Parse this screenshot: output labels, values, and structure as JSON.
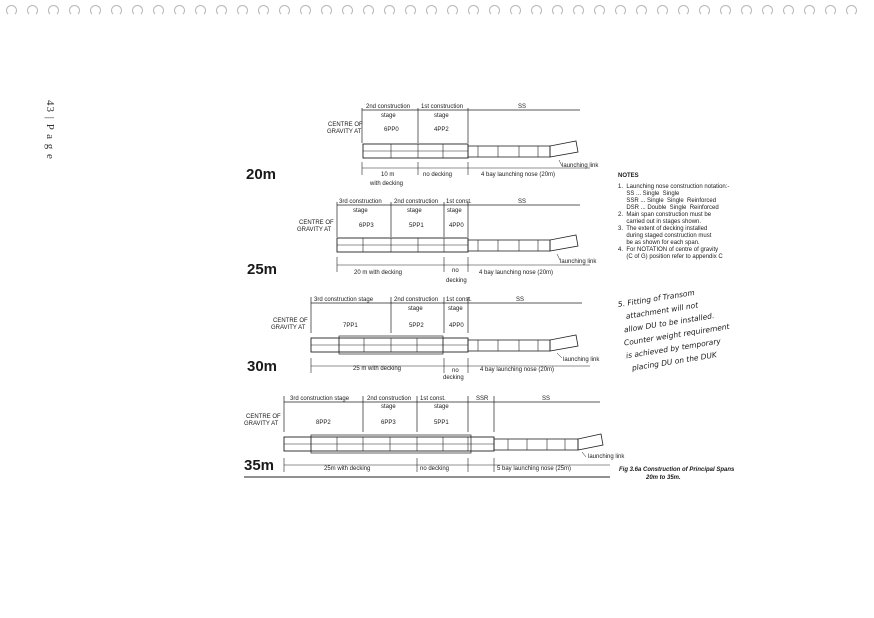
{
  "page_label": "43 | P a g e",
  "spans": [
    {
      "span": "20m",
      "stages": [
        "2nd construction",
        "1st construction",
        "SS"
      ],
      "stage_subs": [
        "stage",
        "stage"
      ],
      "codes": [
        "6PP0",
        "4PP2"
      ],
      "cg": [
        "CENTRE OF",
        "GRAVITY AT"
      ],
      "bottom": [
        "10 m",
        "no decking",
        "4 bay launching nose (20m)"
      ],
      "bottom_sub": [
        "with decking"
      ],
      "link": "launching link"
    },
    {
      "span": "25m",
      "stages": [
        "3rd construction",
        "2nd construction",
        "1st const.",
        "SS"
      ],
      "stage_subs": [
        "stage",
        "stage",
        "stage"
      ],
      "codes": [
        "6PP3",
        "5PP1",
        "4PP0"
      ],
      "cg": [
        "CENTRE OF",
        "GRAVITY AT"
      ],
      "bottom": [
        "20 m  with decking",
        "no",
        "4 bay  launching  nose  (20m)"
      ],
      "bottom_sub": [
        "decking"
      ],
      "link": "launching link"
    },
    {
      "span": "30m",
      "stages": [
        "3rd construction stage",
        "2nd construction",
        "1st const.",
        "SS"
      ],
      "stage_subs": [
        "stage",
        "stage"
      ],
      "codes": [
        "7PP1",
        "5PP2",
        "4PP0"
      ],
      "cg": [
        "CENTRE OF",
        "GRAVITY AT"
      ],
      "bottom": [
        "25 m  with  decking",
        "no",
        "4 bay  launching  nose  (20m)"
      ],
      "bottom_sub": [
        "decking"
      ],
      "link": "launching link"
    },
    {
      "span": "35m",
      "stages": [
        "3rd construction stage",
        "2nd construction",
        "1st const.",
        "SSR",
        "SS"
      ],
      "stage_subs": [
        "stage",
        "stage"
      ],
      "codes": [
        "8PP2",
        "6PP3",
        "5PP1"
      ],
      "cg": [
        "CENTRE OF",
        "GRAVITY AT"
      ],
      "bottom": [
        "25m  with decking",
        "no  decking",
        "5 bay  launching  nose  (25m)"
      ],
      "bottom_sub": [],
      "link": "launching link"
    }
  ],
  "notes": {
    "heading": "NOTES",
    "lines": [
      "1.  Launching nose construction notation:-",
      "     SS ... Single  Single",
      "     SSR ... Single  Single  Reinforced",
      "     DSR ... Double  Single  Reinforced",
      "2.  Main span construction must be",
      "     carried out in stages shown.",
      "3.  The extent of decking installed",
      "     during staged construction must",
      "     be as shown for each span.",
      "4.  For NOTATION of centre of gravity",
      "     (C of G) position refer to appendix C"
    ]
  },
  "handwritten": [
    "5. Fitting of Transom",
    "attachment will not",
    "allow DU to be installed.",
    "Counter weight requirement",
    "is achieved by temporary",
    "placing DU on the DUK"
  ],
  "caption": [
    "Fig 3.6a  Construction of Principal Spans",
    "20m to 35m."
  ]
}
